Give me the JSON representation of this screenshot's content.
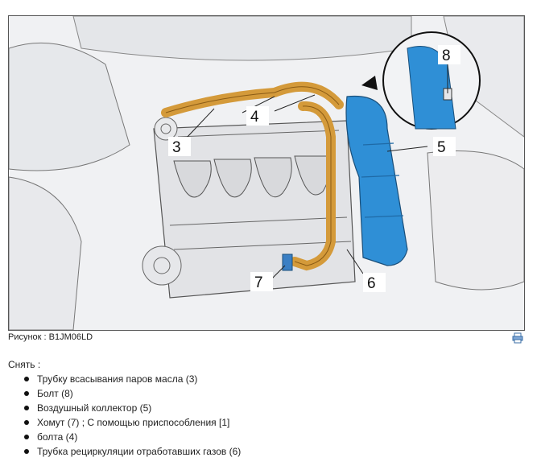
{
  "figure": {
    "callouts": [
      "3",
      "4",
      "5",
      "6",
      "7",
      "8"
    ]
  },
  "caption": "Рисунок : B1JM06LD",
  "print_icon": "printer-icon",
  "remove_heading": "Снять :",
  "steps": [
    "Трубку всасывания паров масла (3)",
    "Болт (8)",
    "Воздушный коллектор (5)",
    "Хомут (7) ; С помощью приспособления [1]",
    "болта (4)",
    "Трубка рециркуляции отработавших газов (6)"
  ],
  "colors": {
    "pipe_orange": "#d49a3a",
    "collector_blue": "#2f8fd6"
  }
}
